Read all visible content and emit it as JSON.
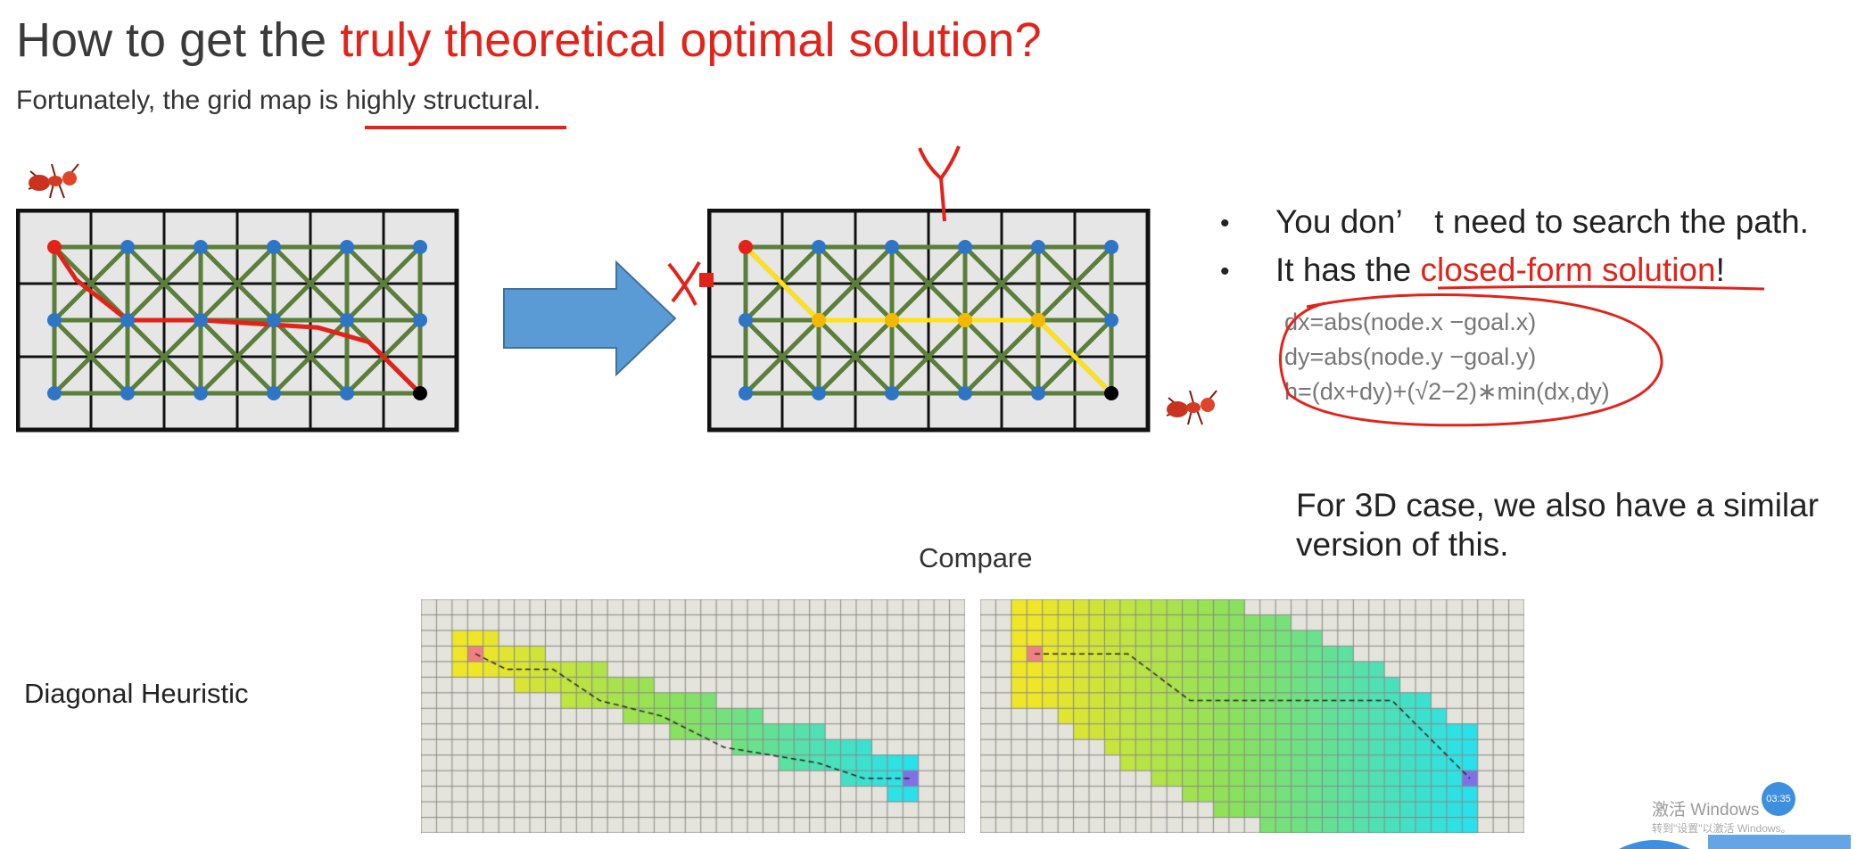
{
  "slide": {
    "title_prefix": "How to get the ",
    "title_highlight": "truly theoretical optimal solution?",
    "subtitle": "Fortunately, the grid map is highly structural.",
    "bullets": [
      {
        "symbol": "•",
        "text_before": "You don’　t need to search the path.",
        "highlight": "",
        "text_after": ""
      },
      {
        "symbol": "•",
        "text_before": "It has the ",
        "highlight": "closed-form solution",
        "text_after": "!"
      }
    ],
    "formulas": [
      "dx=abs(node.x −goal.x)",
      "dy=abs(node.y −goal.y)",
      "h=(dx+dy)+(√2−2)∗min(dx,dy)"
    ],
    "note_3d": "For 3D case, we also have a similar version of this.",
    "compare_label": "Compare",
    "diagonal_label": "Diagonal Heuristic",
    "annotation_x": "X",
    "annotation_y": "Y"
  },
  "watermark": {
    "text": "激活 Windows",
    "subtext": "转到\"设置\"以激活 Windows。",
    "timer": "03:35"
  },
  "colors": {
    "accent_red": "#e2231a",
    "graph_edge_green": "#5b7f3a",
    "node_blue": "#2e75c6",
    "path_yellow": "#ffe11a",
    "arrow_blue": "#5b9bd5"
  }
}
